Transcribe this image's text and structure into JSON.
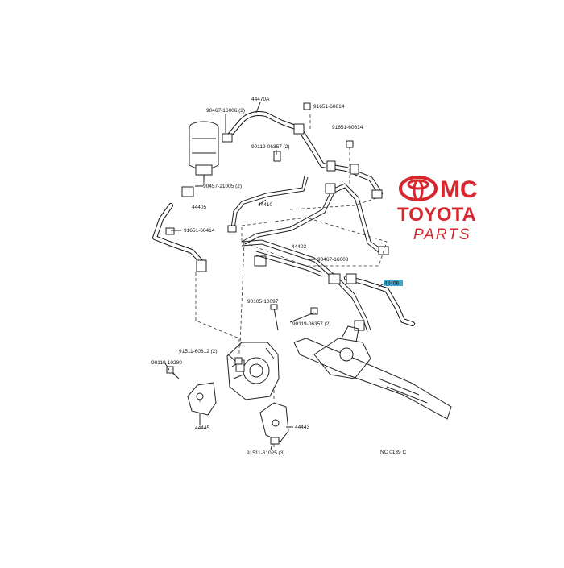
{
  "diagram": {
    "labels": {
      "p44470A": "44470A",
      "p90467a": "90467-16006 (2)",
      "p91651a": "91651-60814",
      "p91651b": "91651-60614",
      "p90119a": "90119-06357 (2)",
      "p90457a": "90457-21005 (2)",
      "p44405": "44405",
      "p44410": "44410",
      "p91651c": "91651-60414",
      "p44403": "44403",
      "p90467b": "90467-16008",
      "p44406": "44406",
      "p90105": "90105-10097",
      "p90119b": "90119-06357 (2)",
      "p91511a": "91511-60812 (2)",
      "p90119c": "90119-10280",
      "p44445": "44445",
      "p44443": "44443",
      "p91511b": "91511-61025 (3)",
      "code": "NC 0139 C"
    },
    "highlight_color": "#3fa7c9"
  },
  "logo": {
    "line1": "MC",
    "line2": "TOYOTA",
    "line3": "PARTS",
    "color": "#d8262e"
  }
}
